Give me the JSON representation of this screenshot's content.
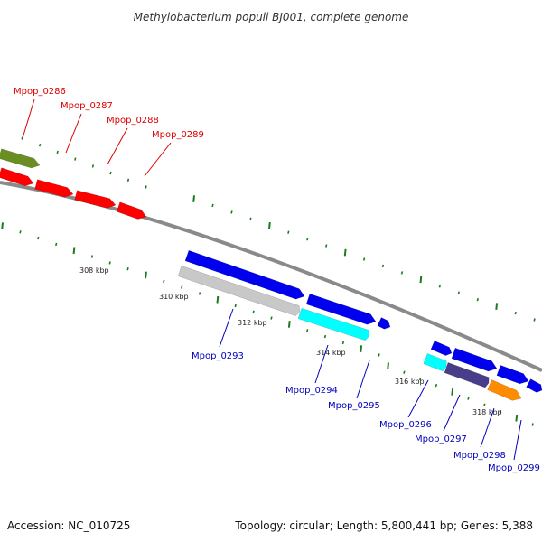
{
  "title": "Methylobacterium populi BJ001, complete genome",
  "accession": "Accession: NC_010725",
  "summary": "Topology: circular; Length: 5,800,441 bp; Genes: 5,388",
  "colors": {
    "backbone": "#8a8a8a",
    "tick": "#1e7a1e",
    "label_top": "#dd0000",
    "label_bottom": "#0000bb",
    "olive": "#6b8e23",
    "red": "#ff0000",
    "blue": "#0000ee",
    "cyan": "#00ffff",
    "silver": "#c8c8c8",
    "darkslate": "#483d8b",
    "orange": "#ff8c00"
  },
  "scale_labels": [
    "308 kbp",
    "310 kbp",
    "312 kbp",
    "314 kbp",
    "316 kbp",
    "318 kbp"
  ],
  "top_labels": [
    "Mpop_0286",
    "Mpop_0287",
    "Mpop_0288",
    "Mpop_0289"
  ],
  "bottom_labels": [
    "Mpop_0293",
    "Mpop_0294",
    "Mpop_0295",
    "Mpop_0296",
    "Mpop_0297",
    "Mpop_0298",
    "Mpop_0299"
  ]
}
